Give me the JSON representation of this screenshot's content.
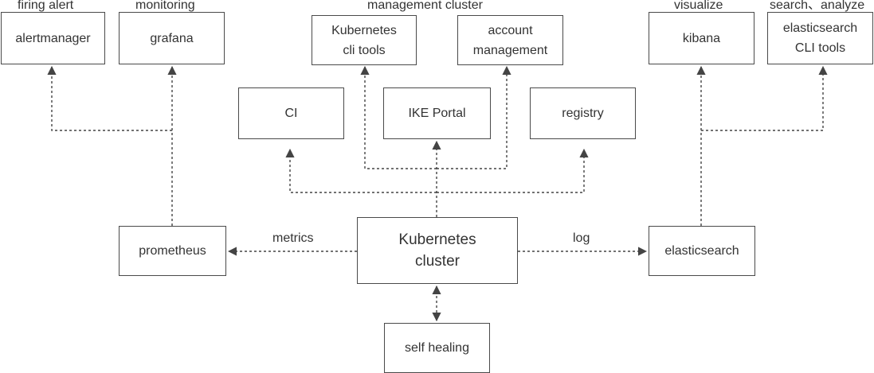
{
  "groups": {
    "firing_alert": "firing alert",
    "monitoring": "monitoring",
    "management_cluster": "management cluster",
    "visualize": "visualize",
    "search_analyze": "search、analyze"
  },
  "nodes": {
    "alertmanager": "alertmanager",
    "grafana": "grafana",
    "kubernetes_cli_tools": "Kubernetes\ncli tools",
    "account_management": "account\nmanagement",
    "kibana": "kibana",
    "elasticsearch_cli_tools": "elasticsearch\nCLI tools",
    "ci": "CI",
    "ike_portal": "IKE Portal",
    "registry": "registry",
    "prometheus": "prometheus",
    "kubernetes_cluster": "Kubernetes\ncluster",
    "elasticsearch": "elasticsearch",
    "self_healing": "self healing"
  },
  "edges": {
    "metrics": "metrics",
    "log": "log"
  }
}
